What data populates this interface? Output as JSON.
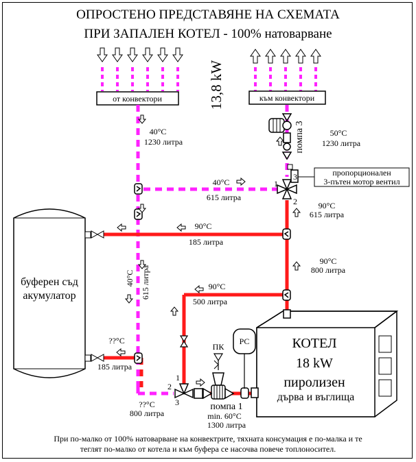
{
  "title": {
    "line1": "ОПРОСТЕНО ПРЕДСТАВЯНЕ НА СХЕМАТА",
    "line2": "ПРИ ЗАПАЛЕН КОТЕЛ - 100% натоварване"
  },
  "power_label": "13,8 kW",
  "manifolds": {
    "from_label": "от конвектори",
    "to_label": "към конвектори"
  },
  "pump3": {
    "label": "помпа 3",
    "temp": "50°C",
    "flow": "1230 литра"
  },
  "valve_top": {
    "caption_line1": "пропорционален",
    "caption_line2": "3-пътен мотор вентил",
    "port1": "1",
    "port2": "2",
    "port3": "3"
  },
  "return_from_convectors": {
    "temp": "40°C",
    "flow": "1230 литра"
  },
  "bypass": {
    "temp": "40°C",
    "flow": "615 литра"
  },
  "riser_after_valve": {
    "temp": "90°C",
    "flow": "615 литра"
  },
  "to_buffer_top": {
    "temp": "90°C",
    "flow": "185 литра"
  },
  "boiler_riser": {
    "temp": "90°C",
    "flow": "800 литра"
  },
  "to_valve_bottom": {
    "temp": "90°C",
    "flow": "500 литра"
  },
  "buffer_return_vertical": {
    "temp": "40°C",
    "flow": "615 литра"
  },
  "buffer_bottom": {
    "temp": "??°C",
    "flow": "185 литра"
  },
  "bottom_return": {
    "temp": "??°C",
    "flow": "800 литра"
  },
  "valve_bottom": {
    "port1": "1",
    "port2": "2",
    "port3": "3"
  },
  "buffer_tank": {
    "line1": "буферен съд",
    "line2": "акумулатор"
  },
  "boiler": {
    "line1": "КОТЕЛ",
    "line2": "18 kW",
    "line3": "пиролизен",
    "line4": "дърва и въглища"
  },
  "pump1": {
    "label": "помпа 1",
    "min_temp": "min. 60°C",
    "flow": "1300 литра"
  },
  "safety_valve_label": "ПК",
  "expansion_vessel_label": "РС",
  "footer": {
    "line1": "При по-малко от 100% натоварване на конвектрите, тяхната консумация е по-малка и те",
    "line2": "теглят по-малко от котела и към буфера се насочва повече топлоноситeл."
  },
  "colors": {
    "hot": "#ff1a1a",
    "cold": "#ff22ff",
    "line": "#000000"
  }
}
